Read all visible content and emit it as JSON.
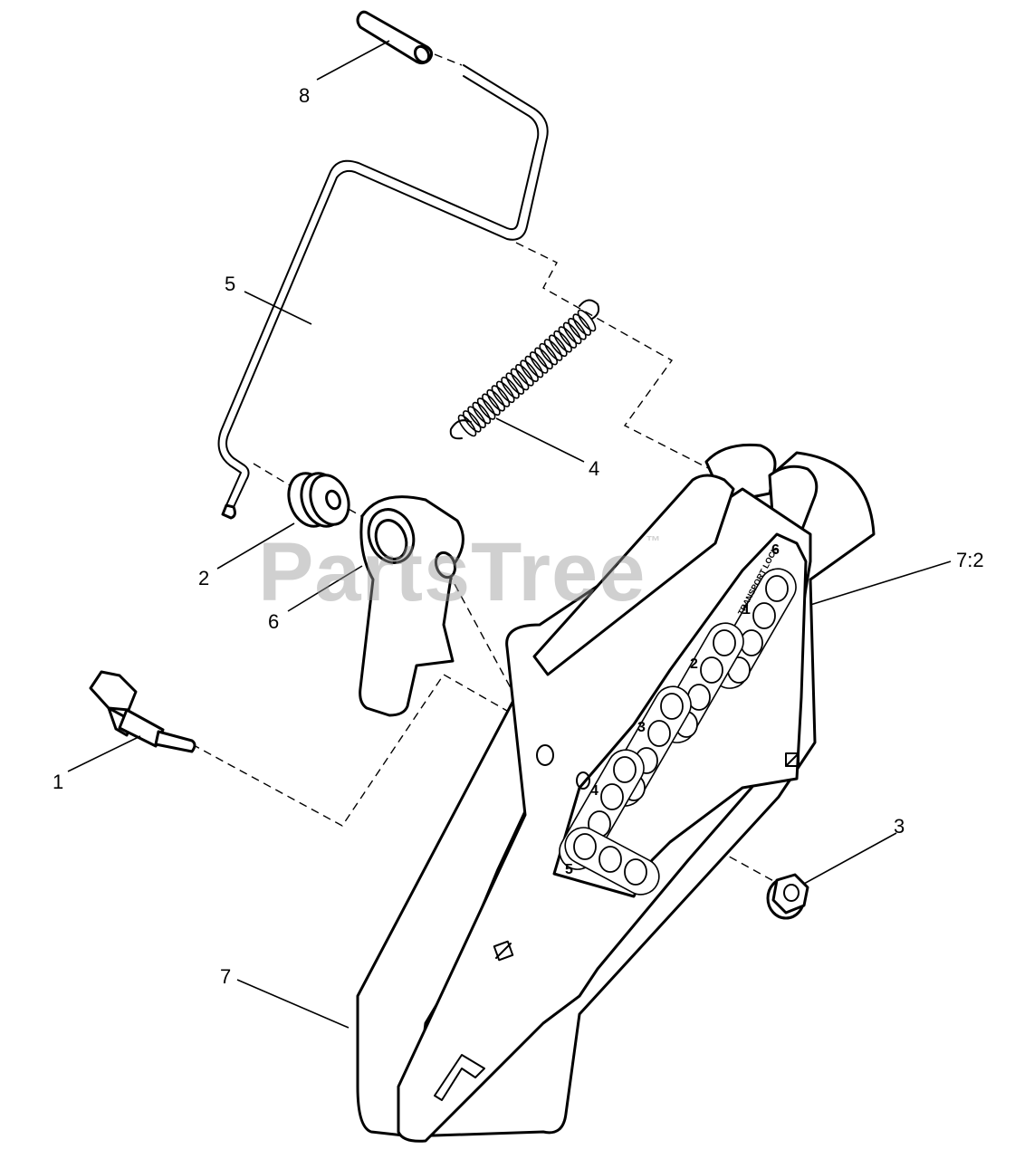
{
  "callouts": [
    {
      "id": "1",
      "label": "1"
    },
    {
      "id": "2",
      "label": "2"
    },
    {
      "id": "3",
      "label": "3"
    },
    {
      "id": "4",
      "label": "4"
    },
    {
      "id": "5",
      "label": "5"
    },
    {
      "id": "6",
      "label": "6"
    },
    {
      "id": "7",
      "label": "7"
    },
    {
      "id": "7-2",
      "label": "7:2"
    },
    {
      "id": "8",
      "label": "8"
    }
  ],
  "plate": {
    "transport_lock": "TRANSPORT LOCK",
    "group_numbers": [
      "1",
      "2",
      "3",
      "4",
      "5",
      "6"
    ]
  },
  "watermark": {
    "text": "PartsTree",
    "mark": "™"
  }
}
